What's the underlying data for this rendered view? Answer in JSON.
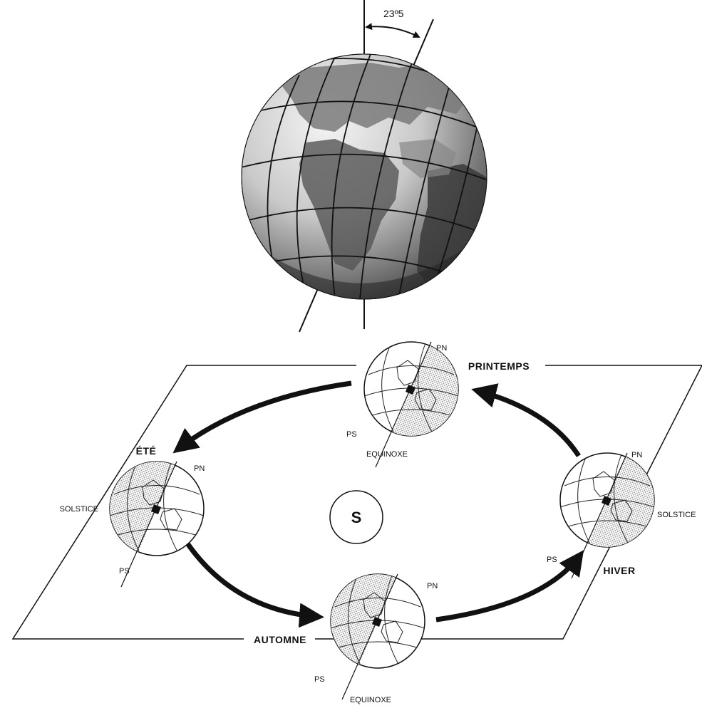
{
  "tilt": {
    "angle_label": "23º5"
  },
  "sun": {
    "label": "S"
  },
  "positions": {
    "printemps": {
      "season": "PRINTEMPS",
      "event": "EQUINOXE",
      "pn": "PN",
      "ps": "PS"
    },
    "ete": {
      "season": "ÉTÉ",
      "event": "SOLSTICE",
      "pn": "PN",
      "ps": "PS"
    },
    "automne": {
      "season": "AUTOMNE",
      "event": "EQUINOXE",
      "pn": "PN",
      "ps": "PS"
    },
    "hiver": {
      "season": "HIVER",
      "event": "SOLSTICE",
      "pn": "PN",
      "ps": "PS"
    }
  }
}
